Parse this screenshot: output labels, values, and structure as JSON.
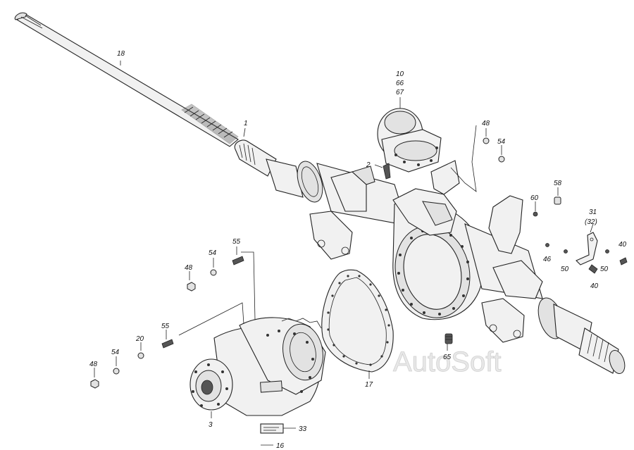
{
  "watermark": "AutoSoft",
  "labels": {
    "l18": "18",
    "l1": "1",
    "l10": "10",
    "l66": "66",
    "l67": "67",
    "l2": "2",
    "l48a": "48",
    "l54a": "54",
    "l58": "58",
    "l60": "60",
    "l31": "31",
    "l32": "(32)",
    "l46": "46",
    "l50a": "50",
    "l50b": "50",
    "l40a": "40",
    "l40b": "40",
    "l55a": "55",
    "l54b": "54",
    "l48b": "48",
    "l55b": "55",
    "l20": "20",
    "l54c": "54",
    "l48c": "48",
    "l3": "3",
    "l17": "17",
    "l65": "65",
    "l33": "33",
    "l16": "16"
  }
}
